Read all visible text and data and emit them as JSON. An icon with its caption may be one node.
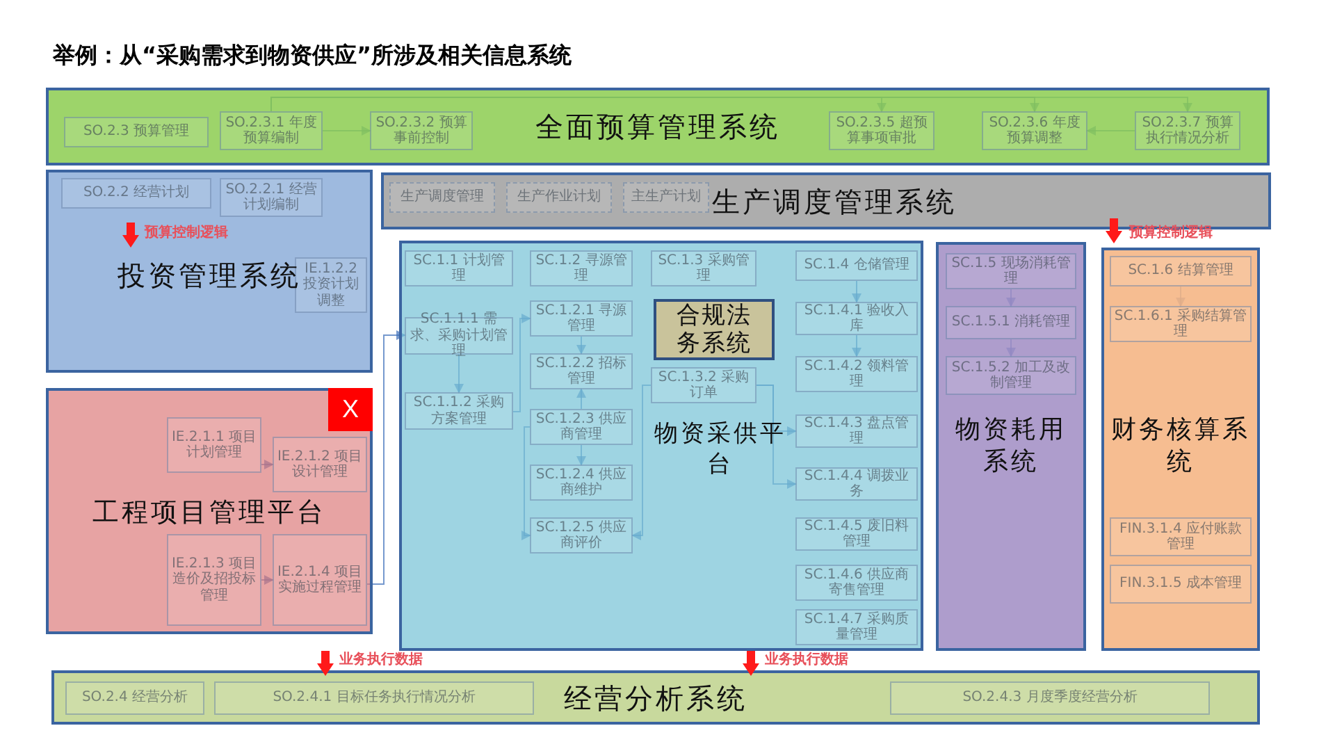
{
  "diagram": {
    "title": "举例：从“采购需求到物资供应”所涉及相关信息系统",
    "nodes": [
      {
        "text": [
          "全面预算管理系统"
        ]
      },
      {
        "text": [
          "SO.2.3 预算管理"
        ],
        "in": 0
      },
      {
        "text": [
          "SO.2.3.1 年度预算编制"
        ],
        "in": 0
      },
      {
        "text": [
          "SO.2.3.2 预算事前控制"
        ],
        "in": 0
      },
      {
        "text": [
          "SO.2.3.5 超预算事项审批"
        ],
        "in": 0
      },
      {
        "text": [
          "SO.2.3.6 年度预算调整"
        ],
        "in": 0
      },
      {
        "text": [
          "SO.2.3.7 预算执行情况分析"
        ],
        "in": 0
      },
      {
        "text": [
          "投资管理系统"
        ]
      },
      {
        "text": [
          "SO.2.2 经营计划"
        ],
        "in": 7
      },
      {
        "text": [
          "SO.2.2.1 经营计划编制"
        ],
        "in": 7
      },
      {
        "text": [
          "IE.1.2.2 投资计划调整"
        ],
        "in": 7
      },
      {
        "text": [
          "生产调度管理系统"
        ]
      },
      {
        "text": [
          "生产调度管理"
        ],
        "in": 11
      },
      {
        "text": [
          "生产作业计划"
        ],
        "in": 11
      },
      {
        "text": [
          "主生产计划"
        ],
        "in": 11
      },
      {
        "text": [
          "工程项目管理平台"
        ]
      },
      {
        "text": [
          "X"
        ],
        "in": 15
      },
      {
        "text": [
          "IE.2.1.1 项目计划管理"
        ],
        "in": 15
      },
      {
        "text": [
          "IE.2.1.2 项目设计管理"
        ],
        "in": 15
      },
      {
        "text": [
          "IE.2.1.3 项目造价及招投标管理"
        ],
        "in": 15
      },
      {
        "text": [
          "IE.2.1.4 项目实施过程管理"
        ],
        "in": 15
      },
      {
        "text": [
          "物资采供平台"
        ]
      },
      {
        "text": [
          "合规法务系统"
        ],
        "in": 21
      },
      {
        "text": [
          "SC.1.1 计划管理"
        ],
        "in": 21
      },
      {
        "text": [
          "SC.1.2 寻源管理"
        ],
        "in": 21
      },
      {
        "text": [
          "SC.1.3 采购管理"
        ],
        "in": 21
      },
      {
        "text": [
          "SC.1.4 仓储管理"
        ],
        "in": 21
      },
      {
        "text": [
          "SC.1.1.1 需求、采购计划管理"
        ],
        "in": 21
      },
      {
        "text": [
          "SC.1.1.2 采购方案管理"
        ],
        "in": 21
      },
      {
        "text": [
          "SC.1.2.1 寻源管理"
        ],
        "in": 21
      },
      {
        "text": [
          "SC.1.2.2 招标管理"
        ],
        "in": 21
      },
      {
        "text": [
          "SC.1.2.3 供应商管理"
        ],
        "in": 21
      },
      {
        "text": [
          "SC.1.2.4 供应商维护"
        ],
        "in": 21
      },
      {
        "text": [
          "SC.1.2.5 供应商评价"
        ],
        "in": 21
      },
      {
        "text": [
          "SC.1.3.2 采购订单"
        ],
        "in": 21
      },
      {
        "text": [
          "SC.1.4.1 验收入库"
        ],
        "in": 21
      },
      {
        "text": [
          "SC.1.4.2 领料管理"
        ],
        "in": 21
      },
      {
        "text": [
          "SC.1.4.3 盘点管理"
        ],
        "in": 21
      },
      {
        "text": [
          "SC.1.4.4 调拨业务"
        ],
        "in": 21
      },
      {
        "text": [
          "SC.1.4.5 废旧料管理"
        ],
        "in": 21
      },
      {
        "text": [
          "SC.1.4.6 供应商寄售管理"
        ],
        "in": 21
      },
      {
        "text": [
          "SC.1.4.7 采购质量管理"
        ],
        "in": 21
      },
      {
        "text": [
          "物资耗用系统"
        ]
      },
      {
        "text": [
          "SC.1.5 现场消耗管理"
        ],
        "in": 42
      },
      {
        "text": [
          "SC.1.5.1 消耗管理"
        ],
        "in": 42
      },
      {
        "text": [
          "SC.1.5.2 加工及改制管理"
        ],
        "in": 42
      },
      {
        "text": [
          "财务核算系统"
        ]
      },
      {
        "text": [
          "SC.1.6 结算管理"
        ],
        "in": 46
      },
      {
        "text": [
          "SC.1.6.1 采购结算管理"
        ],
        "in": 46
      },
      {
        "text": [
          "FIN.3.1.4 应付账款管理"
        ],
        "in": 46
      },
      {
        "text": [
          "FIN.3.1.5 成本管理"
        ],
        "in": 46
      },
      {
        "text": [
          "经营分析系统"
        ]
      },
      {
        "text": [
          "SO.2.4 经营分析"
        ],
        "in": 51
      },
      {
        "text": [
          "SO.2.4.1 目标任务执行情况分析"
        ],
        "in": 51
      },
      {
        "text": [
          "SO.2.4.3 月度季度经营分析"
        ],
        "in": 51
      }
    ],
    "edges": [
      {
        "from": 2,
        "to": 3,
        "arrow": "to"
      },
      {
        "from": 6,
        "to": 5,
        "arrow": "to"
      },
      {
        "from": 2,
        "to": 4,
        "arrow": "to"
      },
      {
        "from": 2,
        "to": 5,
        "arrow": "to"
      },
      {
        "from": 2,
        "to": 6,
        "arrow": "to"
      },
      {
        "from": 17,
        "to": 18,
        "arrow": "to"
      },
      {
        "from": 19,
        "to": 20,
        "arrow": "to"
      },
      {
        "from": 20,
        "to": 27,
        "arrow": "to"
      },
      {
        "from": 27,
        "to": 28,
        "arrow": "to"
      },
      {
        "from": 28,
        "to": 29,
        "arrow": "to"
      },
      {
        "from": 29,
        "to": 30,
        "arrow": "to"
      },
      {
        "from": 31,
        "to": 30,
        "arrow": "to"
      },
      {
        "from": 31,
        "to": 32,
        "arrow": "to"
      },
      {
        "from": 31,
        "to": 33,
        "arrow": "to"
      },
      {
        "from": 34,
        "to": 33,
        "arrow": "to"
      },
      {
        "from": 26,
        "to": 35,
        "arrow": "to"
      },
      {
        "from": 35,
        "to": 36,
        "arrow": "to"
      },
      {
        "from": 34,
        "to": 37,
        "arrow": "to"
      },
      {
        "from": 34,
        "to": 38,
        "arrow": "to"
      },
      {
        "from": 43,
        "to": 44,
        "arrow": "to"
      },
      {
        "from": 44,
        "to": 45,
        "arrow": "to"
      },
      {
        "from": 47,
        "to": 48,
        "arrow": "to"
      }
    ],
    "labels": [
      "预算控制逻辑",
      "预算控制逻辑",
      "业务执行数据",
      "业务执行数据"
    ]
  }
}
